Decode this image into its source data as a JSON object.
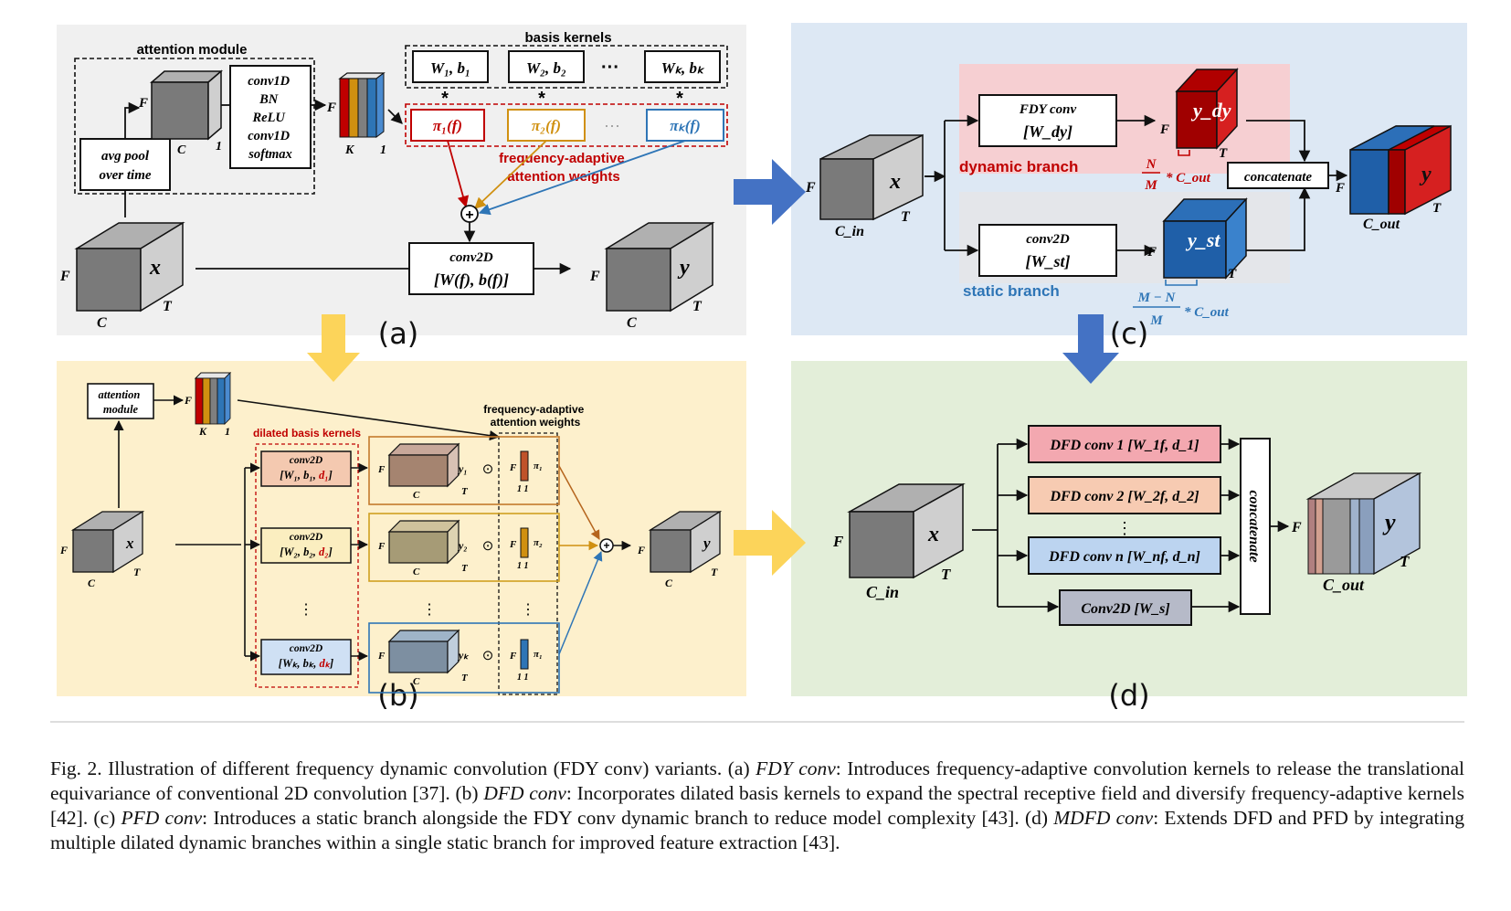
{
  "panel_labels": {
    "a": "(a)",
    "b": "(b)",
    "c": "(c)",
    "d": "(d)"
  },
  "panel_a": {
    "attention_module_title": "attention module",
    "basis_kernels_title": "basis kernels",
    "avg_pool": [
      "avg pool",
      "over time"
    ],
    "conv_stack": [
      "conv1D",
      "BN",
      "ReLU",
      "conv1D",
      "softmax"
    ],
    "kernels": [
      "W₁, b₁",
      "W₂, b₂",
      "···",
      "Wₖ, bₖ"
    ],
    "star": "*",
    "pis": [
      "π₁(f)",
      "π₂(f)",
      "···",
      "πₖ(f)"
    ],
    "freq_attention": [
      "frequency-adaptive",
      "attention weights"
    ],
    "conv2d": [
      "conv2D",
      "[W(f), b(f)]"
    ],
    "axis_F": "F",
    "axis_T": "T",
    "axis_C": "C",
    "axis_K": "K",
    "one": "1",
    "x": "x",
    "y": "y",
    "plus": "+"
  },
  "panel_b": {
    "attention_module": [
      "attention",
      "module"
    ],
    "dilated_basis_kernels": "dilated basis kernels",
    "freq_attention": [
      "frequency-adaptive",
      "attention weights"
    ],
    "conv_label": "conv2D",
    "rows": [
      {
        "params": "[W₁, b₁, ",
        "d": "d₁",
        "close": "]",
        "y": "y₁",
        "pi": "π₁"
      },
      {
        "params": "[W₂, b₂, ",
        "d": "d₂",
        "close": "]",
        "y": "y₂",
        "pi": "π₂"
      },
      {
        "params": "[Wₖ, bₖ, ",
        "d": "dₖ",
        "close": "]",
        "y": "yₖ",
        "pi": "π₁"
      }
    ],
    "vdots": "⋮",
    "odot": "⊙",
    "x": "x",
    "y": "y"
  },
  "panel_c": {
    "fdy_conv": [
      "FDY conv",
      "[W_dy]"
    ],
    "conv2d": [
      "conv2D",
      "[W_st]"
    ],
    "dynamic_branch": "dynamic branch",
    "static_branch": "static branch",
    "y_dy": "y_dy",
    "y_st": "y_st",
    "concatenate": "concatenate",
    "frac_dyn": {
      "num": "N",
      "den": "M",
      "tail": "* C_out"
    },
    "frac_st": {
      "num": "M − N",
      "den": "M",
      "tail": "* C_out"
    },
    "c_in": "C_in",
    "c_out": "C_out",
    "x": "x",
    "y": "y"
  },
  "panel_d": {
    "branches": [
      {
        "label": "DFD conv 1 [W_1f, d_1]"
      },
      {
        "label": "DFD conv 2 [W_2f, d_2]"
      },
      {
        "label": "DFD conv n [W_nf, d_n]"
      }
    ],
    "static": "Conv2D [W_s]",
    "concatenate": "concatenate",
    "c_in": "C_in",
    "c_out": "C_out",
    "x": "x",
    "y": "y",
    "vdots": "⋮"
  },
  "caption": {
    "lead": "Fig. 2.   Illustration of different frequency dynamic convolution (FDY conv) variants. (a) ",
    "a_name": "FDY conv",
    "a_text": ": Introduces frequency-adaptive convolution kernels to release the translational equivariance of conventional 2D convolution [37]. (b) ",
    "b_name": "DFD conv",
    "b_text": ": Incorporates dilated basis kernels to expand the spectral receptive field and diversify frequency-adaptive kernels [42]. (c) ",
    "c_name": "PFD conv",
    "c_text": ": Introduces a static branch alongside the FDY conv dynamic branch to reduce model complexity [43]. (d) ",
    "d_name": "MDFD conv",
    "d_text": ": Extends DFD and PFD by integrating multiple dilated dynamic branches within a single static branch for improved feature extraction [43]."
  },
  "colors": {
    "panel_a_bg": "#f0f0f0",
    "panel_b_bg": "#fdf0cc",
    "panel_c_bg": "#dde8f4",
    "panel_d_bg": "#e3eed9",
    "red": "#c00000",
    "orange": "#d09010",
    "blue": "#2e75b6",
    "yellow_arrow": "#fcd45a",
    "blue_arrow": "#4472c4"
  }
}
